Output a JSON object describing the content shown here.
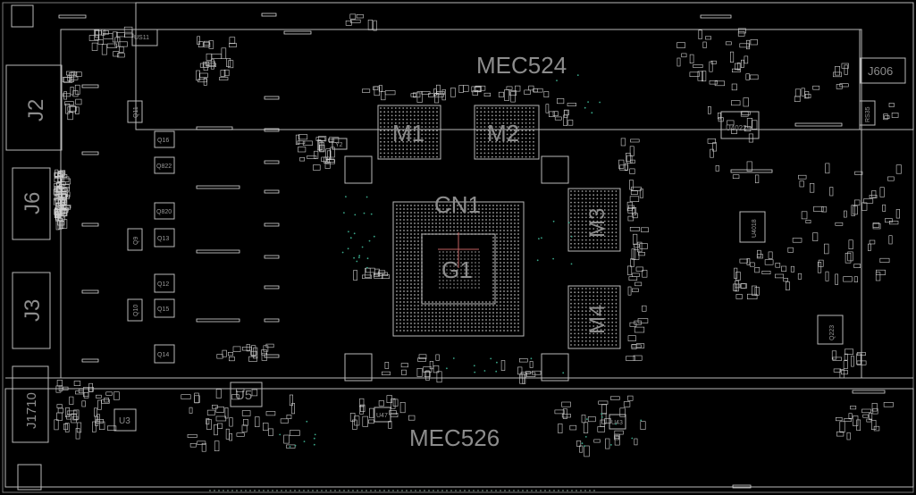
{
  "board": {
    "colors": {
      "background": "#000000",
      "outline": "#b8b8b8",
      "label": "#8c8c8c",
      "bga_center": "#c06060",
      "via": "#3aa88a"
    }
  },
  "modules": {
    "mec524": "MEC524",
    "mec526": "MEC526"
  },
  "chips": {
    "cn1": "CN1",
    "g1": "G1",
    "m1": "M1",
    "m2": "M2",
    "m3": "M3",
    "m4": "M4"
  },
  "connectors": {
    "j2": "J2",
    "j6": "J6",
    "j3": "J3",
    "j1710": "J1710",
    "j606": "J606"
  },
  "components": {
    "u5": "U5",
    "u3": "U3",
    "u4022": "U4022",
    "u4018": "U4018",
    "q223": "Q223",
    "y2": "Y2",
    "us11": "US11",
    "q16": "Q16",
    "q13": "Q13",
    "q12": "Q12",
    "q15": "Q15",
    "q14": "Q14",
    "q10": "Q10",
    "q9": "Q9",
    "q11": "Q11",
    "q822": "Q822",
    "q820": "Q820",
    "u47": "U47",
    "u43": "U43",
    "r535": "RS35"
  }
}
